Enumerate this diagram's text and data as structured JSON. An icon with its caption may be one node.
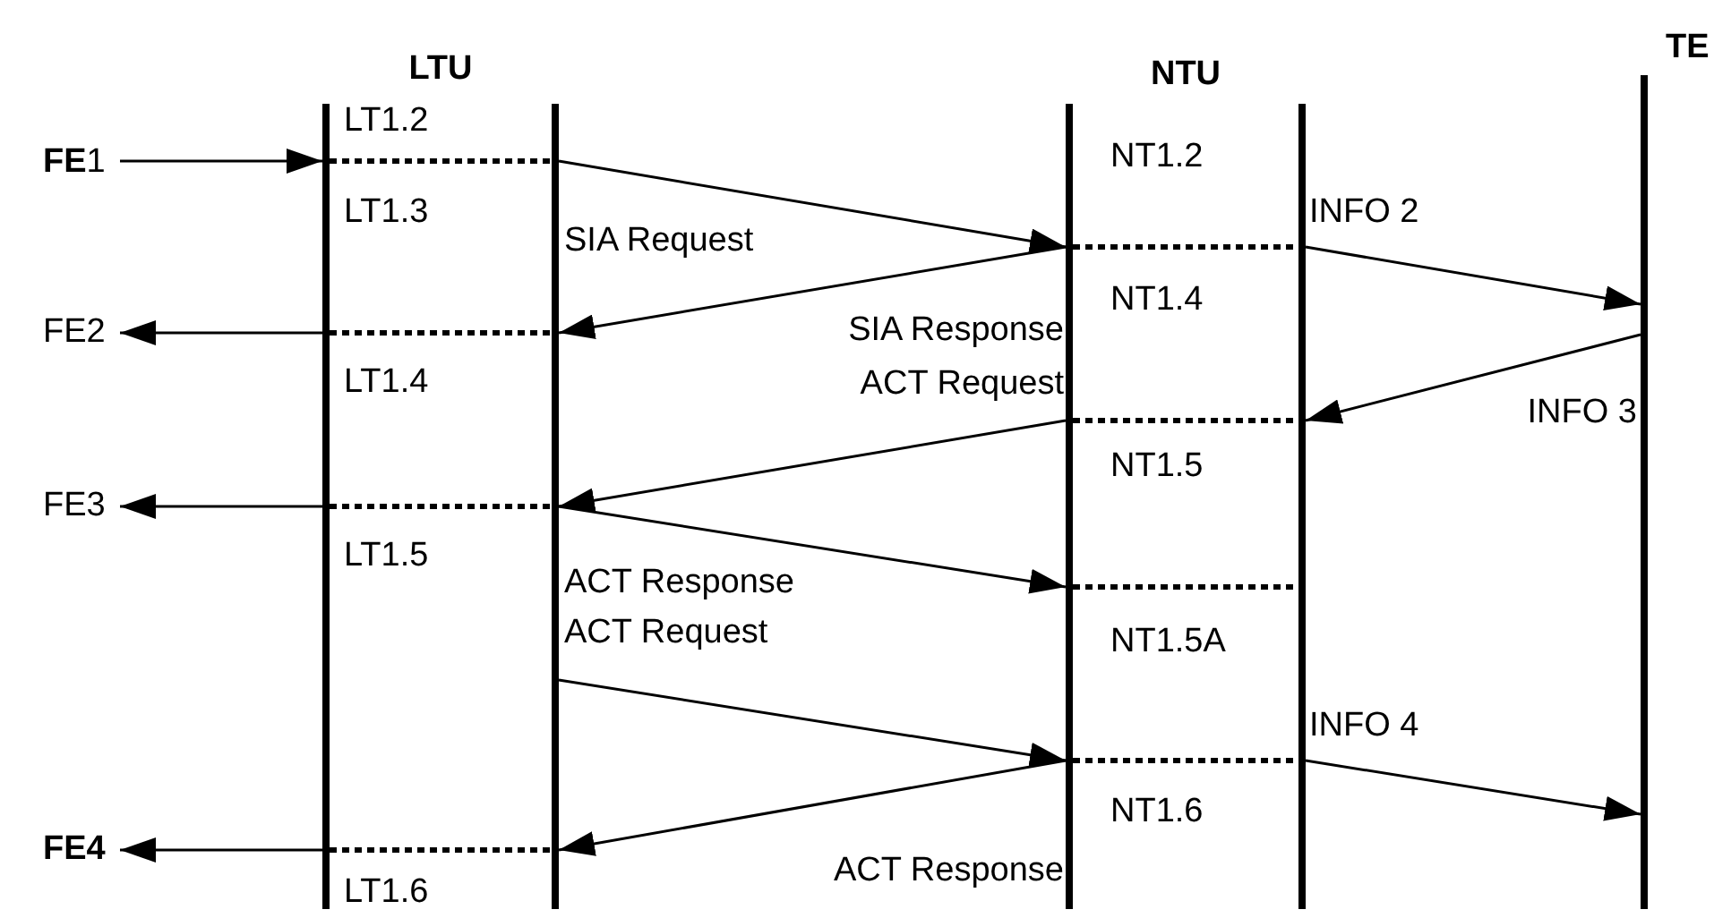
{
  "diagram": {
    "nodes": [
      {
        "text": [
          "LTU"
        ]
      },
      {
        "text": [
          "NTU"
        ]
      },
      {
        "text": [
          "TE"
        ]
      },
      {
        "text": [
          "**FE**1"
        ]
      },
      {
        "text": [
          "FE2"
        ]
      },
      {
        "text": [
          "FE3"
        ]
      },
      {
        "text": [
          "FE4"
        ]
      }
    ],
    "edges": [
      {
        "from": 3,
        "to": 0,
        "arrow": "to"
      },
      {
        "from": 0,
        "to": 1,
        "arrow": "to",
        "label": "SIA Request"
      },
      {
        "from": 1,
        "to": 0,
        "arrow": "to",
        "label": "SIA Response"
      },
      {
        "from": 1,
        "to": 2,
        "arrow": "to",
        "label": "INFO 2"
      },
      {
        "from": 2,
        "to": 1,
        "arrow": "to",
        "label": "INFO 3"
      },
      {
        "from": 0,
        "to": 4,
        "arrow": "to"
      },
      {
        "from": 1,
        "to": 0,
        "arrow": "to",
        "label": "ACT Request"
      },
      {
        "from": 0,
        "to": 5,
        "arrow": "to"
      },
      {
        "from": 0,
        "to": 1,
        "arrow": "to",
        "label": "ACT Response"
      },
      {
        "from": 0,
        "to": 1,
        "arrow": "to",
        "label": "ACT Request"
      },
      {
        "from": 1,
        "to": 2,
        "arrow": "to",
        "label": "INFO 4"
      },
      {
        "from": 1,
        "to": 0,
        "arrow": "to",
        "label": "ACT Response"
      },
      {
        "from": 0,
        "to": 6,
        "arrow": "to"
      }
    ],
    "labels": [
      "LT1.2",
      "NT1.2",
      "LT1.3",
      "NT1.4",
      "LT1.4",
      "NT1.5",
      "LT1.5",
      "NT1.5A",
      "NT1.6",
      "LT1.6"
    ]
  }
}
